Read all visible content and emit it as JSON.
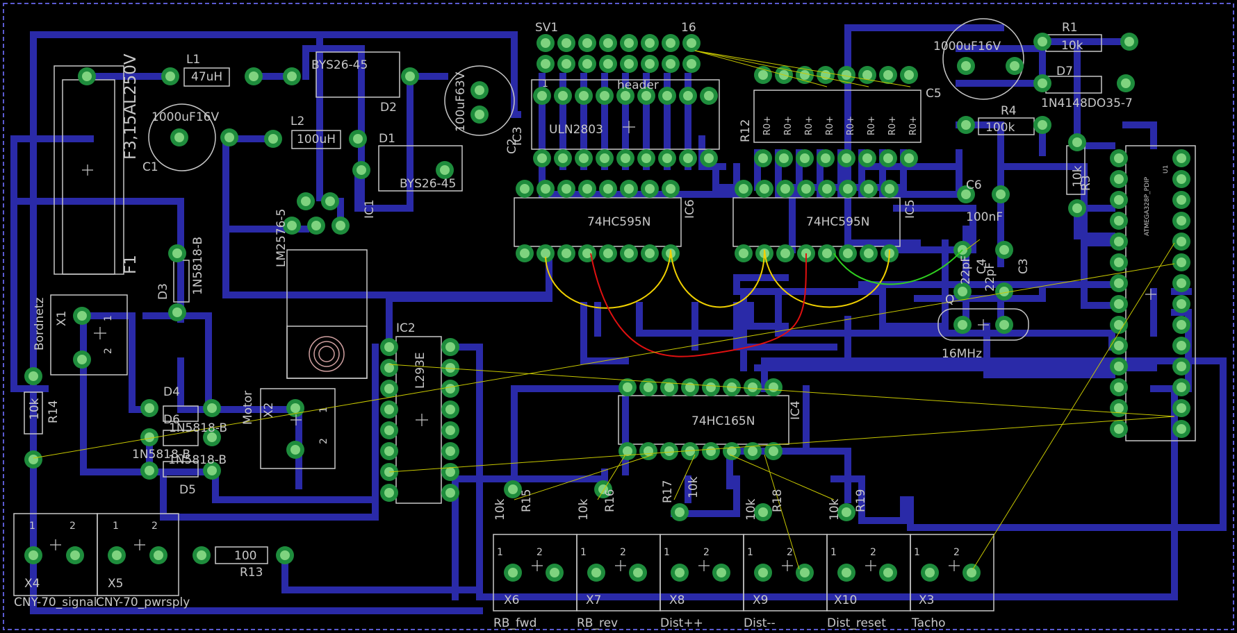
{
  "colors": {
    "background": "#000000",
    "track": "#2a2aa8",
    "pad_outer": "#1e8c3c",
    "pad_inner": "#7fd37f",
    "silk": "#c8c8c8",
    "airwire": "#c8c800",
    "wire_yellow": "#f0d000",
    "wire_red": "#e01010",
    "wire_green": "#30d020",
    "border": "#5a5ad0"
  },
  "labels": {
    "sv1": "SV1",
    "sv1_pin16": "16",
    "sv1_pin1": "1",
    "header": "header",
    "uln": "ULN2803",
    "ic3": "IC3",
    "r1": "R1",
    "r1_val": "10k",
    "d7": "D7",
    "d7_val": "1N4148DO35-7",
    "c5": "C5",
    "c5_val": "1000uF16V",
    "r4": "R4",
    "r4_val": "100k",
    "r3": "R3",
    "r3_val": "10k",
    "c6": "C6",
    "c6_val": "100nF",
    "r12": "R12",
    "rarray_vals": [
      "R0+",
      "R0+",
      "R0+",
      "R0+",
      "R0+",
      "R0+",
      "R0+",
      "R0+"
    ],
    "ic6_val": "74HC595N",
    "ic6": "IC6",
    "ic5_val": "74HC595N",
    "ic5": "IC5",
    "c2pf": "22pF",
    "c4": "C4",
    "c4_val": "22pF",
    "c3": "C3",
    "q": "Q",
    "crystal": "16MHz",
    "u1": "ATMEGA328P_PDIP",
    "u1_ref": "U1",
    "l1": "L1",
    "l1_val": "47uH",
    "bys_a": "BYS26-45",
    "d2": "D2",
    "c2_val": "100uF63V",
    "c2": "C2",
    "f1_val": "F3,15AL250V",
    "f1": "F1",
    "c1_val": "1000uF16V",
    "c1": "C1",
    "l2": "L2",
    "l2_val": "100uH",
    "d1": "D1",
    "bys_b": "BYS26-45",
    "ic1": "IC1",
    "lm": "LM2576-5",
    "d3": "D3",
    "d3_val": "1N5818-B",
    "bordnetz": "Bordnetz",
    "x1": "X1",
    "x1_p1": "1",
    "x1_p2": "2",
    "ic2": "IC2",
    "l293": "L293E",
    "motor": "Motor",
    "x2": "X2",
    "x2_p1": "1",
    "x2_p2": "2",
    "d4": "D4",
    "d6": "D6",
    "d4_val": "1N5818-B",
    "d6_val": "1N5818-B",
    "d5_val": "1N5818-B",
    "d5": "D5",
    "r14": "R14",
    "r14_val": "10k",
    "ic4_val": "74HC165N",
    "ic4": "IC4",
    "r13": "R13",
    "r13_val": "100",
    "r15": "R15",
    "r15_val": "10k",
    "r16": "R16",
    "r16_val": "10k",
    "r17": "R17",
    "r17_val": "10k",
    "r18": "R18",
    "r18_val": "10k",
    "r19": "R19",
    "r19_val": "10k",
    "term_p1": "1",
    "term_p2": "2",
    "x4": "X4",
    "x5": "X5",
    "x6": "X6",
    "x7": "X7",
    "x8": "X8",
    "x9": "X9",
    "x10": "X10",
    "x3": "X3",
    "cny_signal": "CNY-70_signal",
    "cny_pwr": "CNY-70_pwrsply",
    "rb_fwd": "RB_fwd",
    "rb_rev": "RB_rev",
    "dist_pp": "Dist++",
    "dist_mm": "Dist--",
    "dist_reset": "Dist_reset",
    "tacho": "Tacho"
  }
}
